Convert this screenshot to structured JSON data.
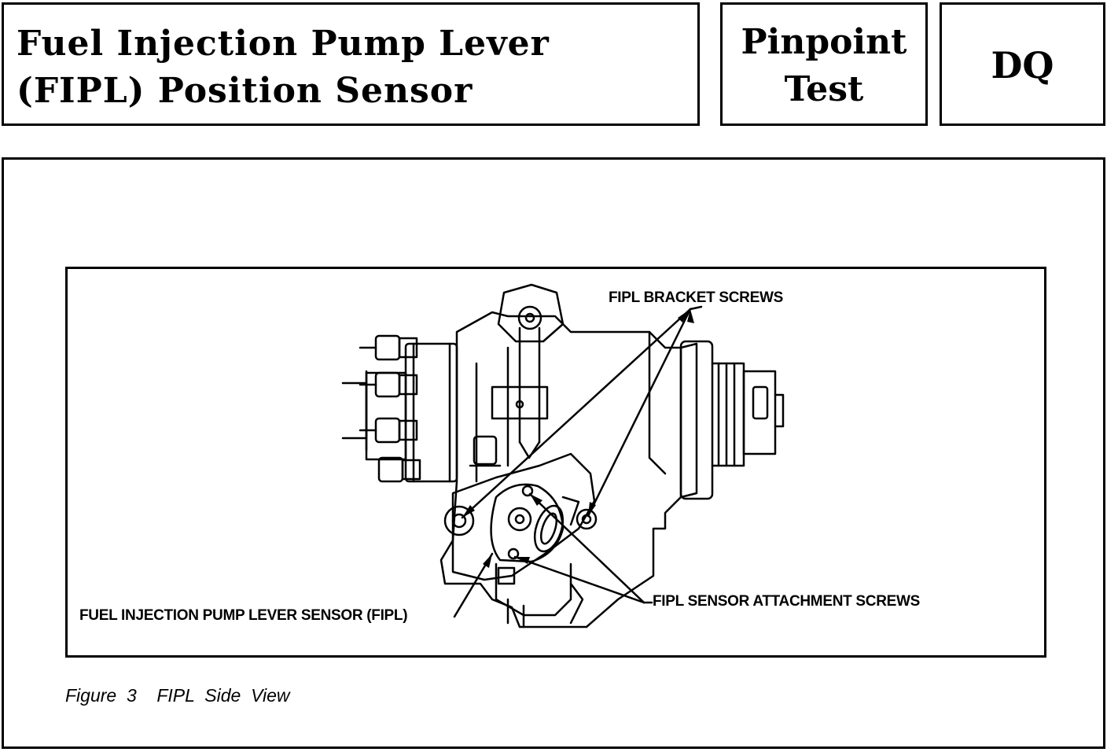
{
  "header": {
    "title_line1": "Fuel Injection Pump Lever",
    "title_line2": "(FIPL) Position Sensor",
    "pinpoint_line1": "Pinpoint",
    "pinpoint_line2": "Test",
    "test_code": "DQ"
  },
  "figure": {
    "callouts": {
      "bracket_screws": "FIPL BRACKET SCREWS",
      "attachment_screws": "FIPL SENSOR ATTACHMENT SCREWS",
      "fipl_sensor": "FUEL INJECTION PUMP LEVER SENSOR (FIPL)"
    },
    "caption": "Figure  3    FIPL  Side  View"
  }
}
